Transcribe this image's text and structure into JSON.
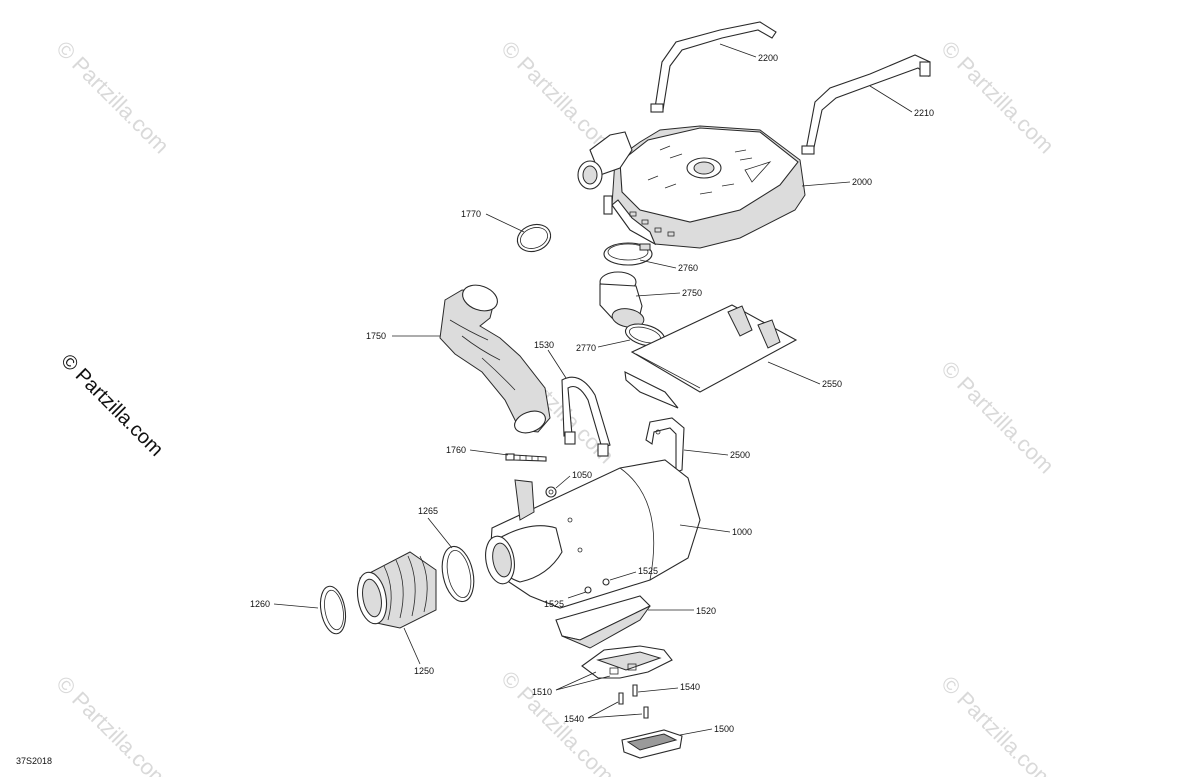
{
  "watermark": {
    "text": "© Partzilla.com",
    "main_text": "© Partzilla.com"
  },
  "diagram_code": "37S2018",
  "callouts": {
    "c2200": "2200",
    "c2210": "2210",
    "c2000": "2000",
    "c1770": "1770",
    "c2760": "2760",
    "c2750": "2750",
    "c2770": "2770",
    "c1750": "1750",
    "c1530": "1530",
    "c2550": "2550",
    "c2500": "2500",
    "c1760": "1760",
    "c1050": "1050",
    "c1000": "1000",
    "c1265": "1265",
    "c1525a": "1525",
    "c1525b": "1525",
    "c1520": "1520",
    "c1260": "1260",
    "c1250": "1250",
    "c1510": "1510",
    "c1540a": "1540",
    "c1540b": "1540",
    "c1500": "1500"
  }
}
